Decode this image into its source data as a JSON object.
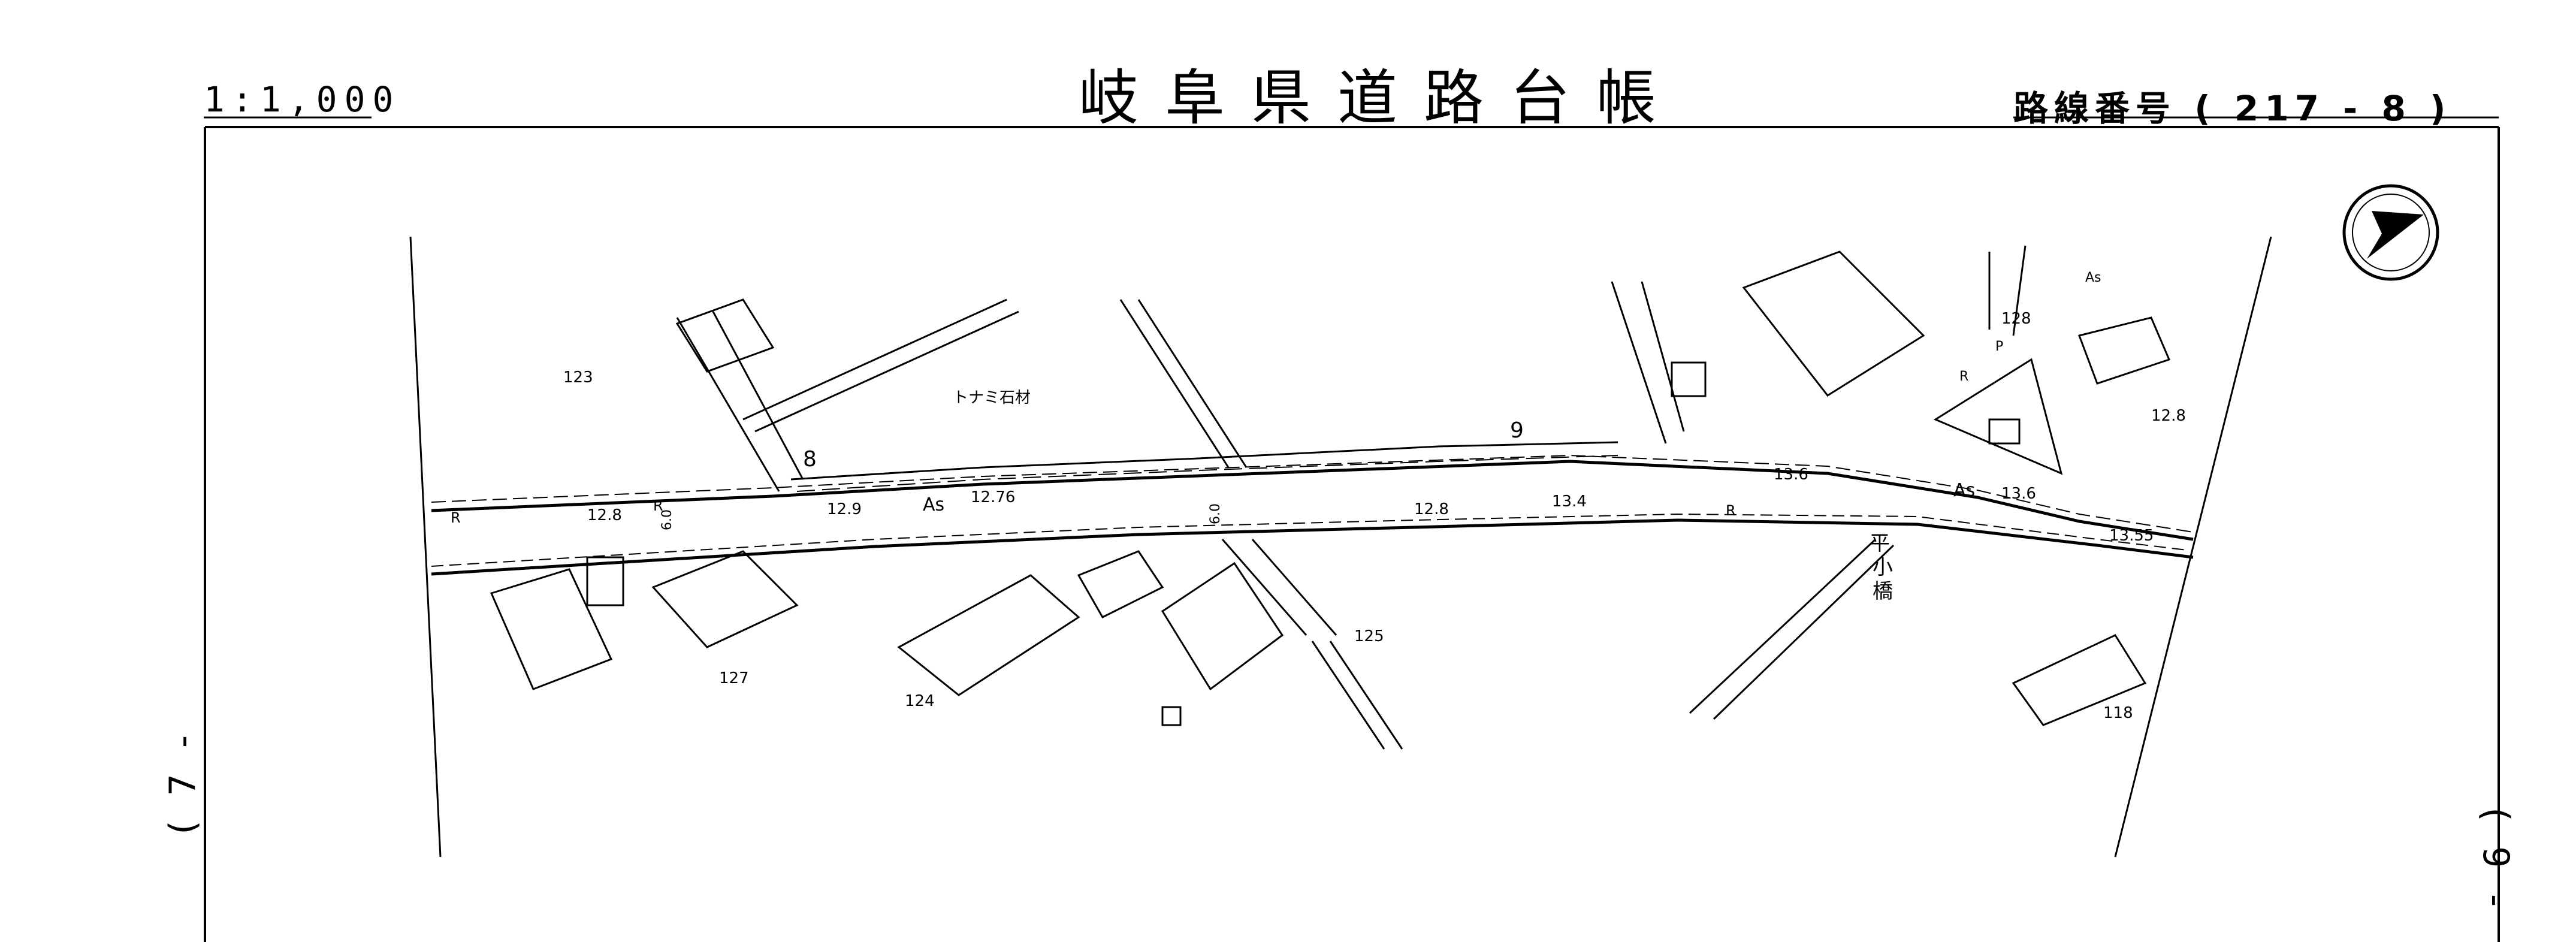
{
  "header": {
    "scale": "1:1,000",
    "title": "岐阜県道路台帳",
    "route_prefix": "路線番号",
    "route_number": "( 217 - 8 )"
  },
  "sheet_edges": {
    "left_neighbor": "( 7 -",
    "right_neighbor": "( 9 -"
  },
  "map": {
    "labels": {
      "elev_123": "123",
      "elev_127": "127",
      "elev_124": "124",
      "elev_125": "125",
      "elev_128_a": "12.8",
      "elev_129": "12.9",
      "elev_1276": "12.76",
      "elev_128_b": "12.8",
      "elev_134": "13.4",
      "elev_136_a": "13.6",
      "elev_136_b": "13.6",
      "elev_128_c": "128",
      "elev_128_d": "12.8",
      "elev_1355": "13.55",
      "elev_118": "118",
      "sta_8": "8",
      "sta_9": "9",
      "as_1": "As",
      "as_2": "As",
      "as_3": "As",
      "r_1": "R",
      "r_2": "R",
      "r_3": "R",
      "r_4": "R",
      "p_label": "P",
      "business": "トナミ石材",
      "bridge_1": "平",
      "bridge_2": "小",
      "bridge_3": "橋",
      "width_60": "6.0",
      "width_60_b": "6.0"
    },
    "colors": {
      "line": "#000000",
      "paper": "#ffffff"
    }
  }
}
